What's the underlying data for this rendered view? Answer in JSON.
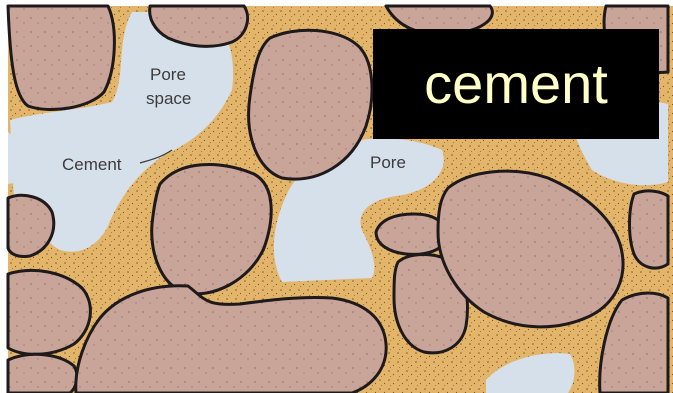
{
  "labels": {
    "pore_space_line1": "Pore",
    "pore_space_line2": "space",
    "cement": "Cement",
    "pore": "Pore"
  },
  "title": "cement",
  "colors": {
    "cement_matrix": "#e3b56b",
    "grain": "#c9a499",
    "pore": "#d6e0ea",
    "grain_outline": "#1e1a1c",
    "label_text": "#3d3b3c",
    "title_background": "#000000",
    "title_text": "#ffffc8"
  }
}
